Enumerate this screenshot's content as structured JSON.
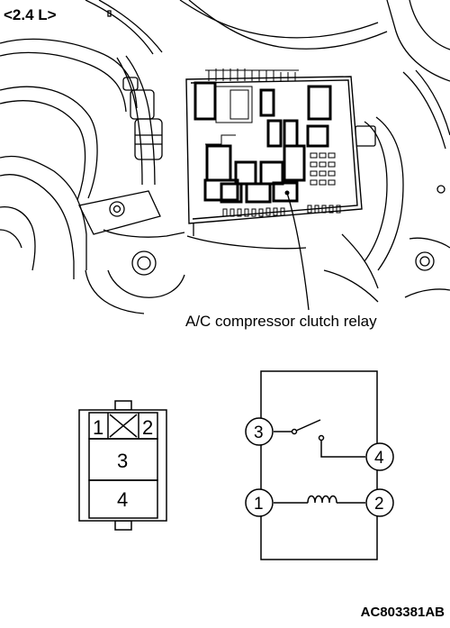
{
  "variant_label": "<2.4 L>",
  "callout_label": "A/C compressor clutch relay",
  "connector": {
    "top_left": "1",
    "top_right": "2",
    "middle": "3",
    "bottom": "4"
  },
  "schematic": {
    "switch_common": "3",
    "switch_contact": "4",
    "coil_left": "1",
    "coil_right": "2"
  },
  "figure_code": "AC803381AB"
}
